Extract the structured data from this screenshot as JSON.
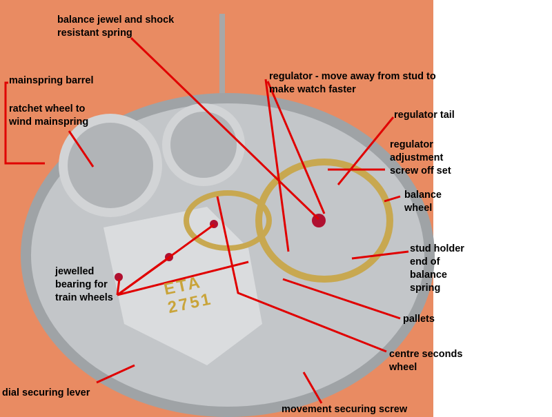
{
  "labels": {
    "balance_jewel": "balance jewel and shock\nresistant spring",
    "mainspring_barrel": "mainspring barrel",
    "ratchet_wheel": "ratchet wheel to\nwind mainspring",
    "regulator": "regulator - move away from stud to\nmake watch faster",
    "regulator_tail": "regulator tail",
    "regulator_adjustment": "regulator\nadjustment\nscrew off set",
    "balance_wheel": "balance\nwheel",
    "stud_holder": "stud holder\nend of\nbalance\nspring",
    "jewelled_bearing": "jewelled\nbearing for\ntrain wheels",
    "pallets": "pallets",
    "centre_seconds": "centre seconds\nwheel",
    "dial_lever": "dial securing lever",
    "movement_screw": "movement securing screw"
  },
  "engraving": "ETA\n2751",
  "colors": {
    "background": "#e98b62",
    "leader": "#e00000",
    "movement": "#b9bcbf"
  }
}
